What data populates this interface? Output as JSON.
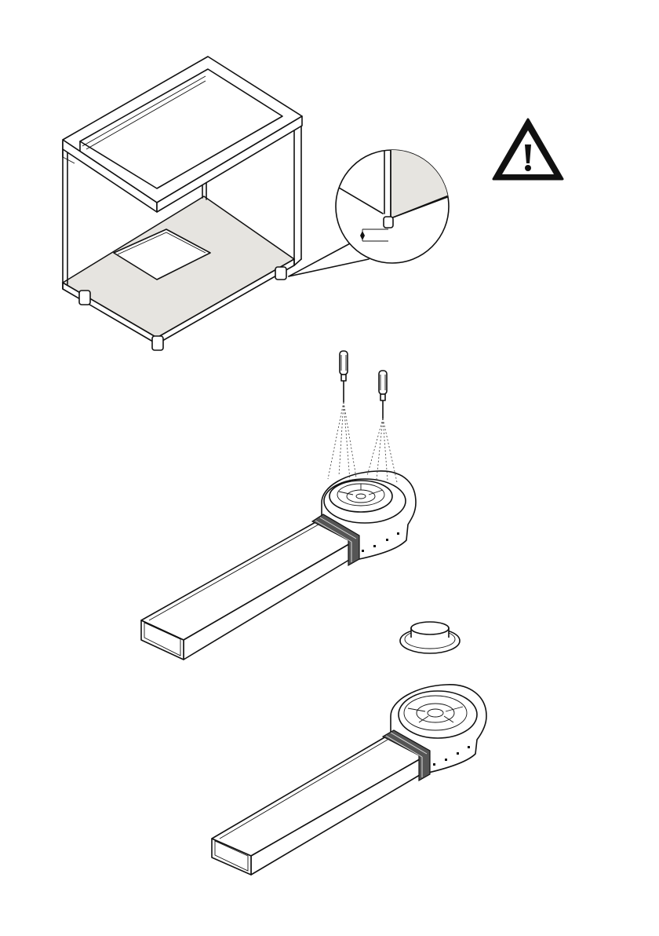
{
  "figure": {
    "panels": [
      "cabinet-with-leveling-detail",
      "fan-with-screwdrivers",
      "fan-with-ring-removed"
    ],
    "warning_icon": "warning-triangle-icon",
    "colors": {
      "line": "#111111",
      "floor_fill": "#e6e4e0",
      "band_fill": "#555555",
      "warning": "#111111"
    }
  }
}
